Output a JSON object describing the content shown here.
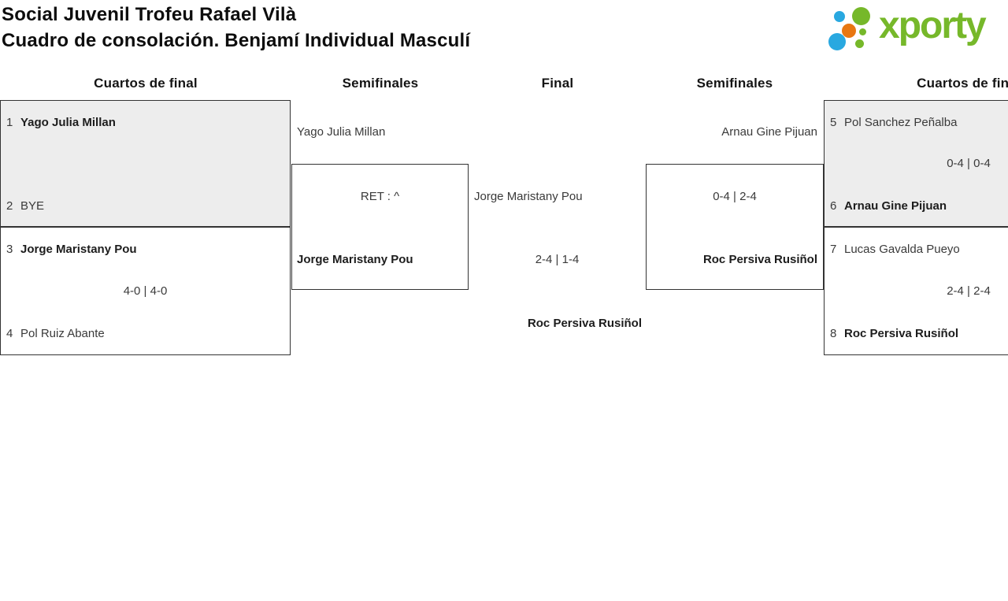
{
  "header": {
    "title_line1": "Social Juvenil Trofeu Rafael Vilà",
    "title_line2": "Cuadro de consolación. Benjamí Individual Masculí",
    "logo_text": "xporty"
  },
  "columns": [
    "Cuartos de final",
    "Semifinales",
    "Final",
    "Semifinales",
    "Cuartos de final"
  ],
  "matches": {
    "qf1": {
      "seed1": "1",
      "player1": "Yago Julia Millan",
      "score": "",
      "seed2": "2",
      "player2": "BYE"
    },
    "qf2": {
      "seed1": "3",
      "player1": "Jorge Maristany Pou",
      "score": "4-0 | 4-0",
      "seed2": "4",
      "player2": "Pol Ruiz Abante"
    },
    "sf1": {
      "player1": "Yago Julia Millan",
      "score": "RET : ^",
      "player2": "Jorge Maristany Pou"
    },
    "final": {
      "player1": "Jorge Maristany Pou",
      "score": "2-4 | 1-4",
      "champion": "Roc Persiva Rusiñol"
    },
    "sf2": {
      "player1": "Arnau Gine Pijuan",
      "score": "0-4 | 2-4",
      "player2": "Roc Persiva Rusiñol"
    },
    "qf3": {
      "seed1": "5",
      "player1": "Pol Sanchez Peñalba",
      "score": "0-4 | 0-4",
      "seed2": "6",
      "player2": "Arnau Gine Pijuan"
    },
    "qf4": {
      "seed1": "7",
      "player1": "Lucas Gavalda Pueyo",
      "score": "2-4 | 2-4",
      "seed2": "8",
      "player2": "Roc Persiva Rusiñol"
    }
  },
  "colors": {
    "logo_green": "#76b82a",
    "logo_blue": "#29a8e0",
    "logo_orange": "#e87711",
    "box_gray": "#ededed",
    "border": "#333333"
  }
}
